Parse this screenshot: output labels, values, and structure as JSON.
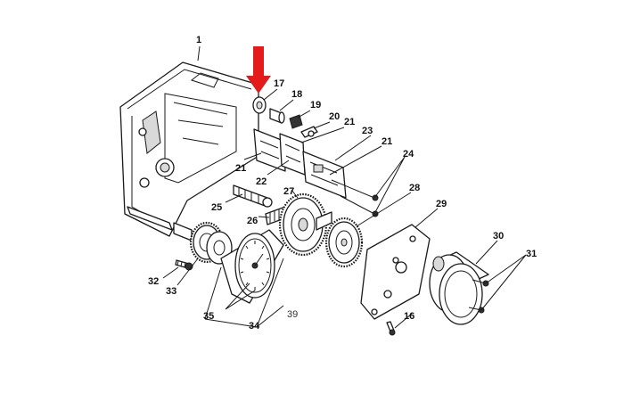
{
  "callouts": {
    "c1": "1",
    "c16": "16",
    "c17": "17",
    "c18": "18",
    "c19": "19",
    "c20": "20",
    "c21a": "21",
    "c21b": "21",
    "c21c": "21",
    "c22": "22",
    "c23": "23",
    "c24": "24",
    "c25": "25",
    "c26": "26",
    "c27": "27",
    "c28": "28",
    "c29": "29",
    "c30": "30",
    "c31": "31",
    "c32": "32",
    "c33": "33",
    "c34": "34",
    "c35": "35",
    "c39": "39"
  },
  "colors": {
    "highlight_arrow": "#e31b1b",
    "line": "#1a1a1a"
  },
  "icons": {
    "highlight": "down-arrow-icon"
  }
}
